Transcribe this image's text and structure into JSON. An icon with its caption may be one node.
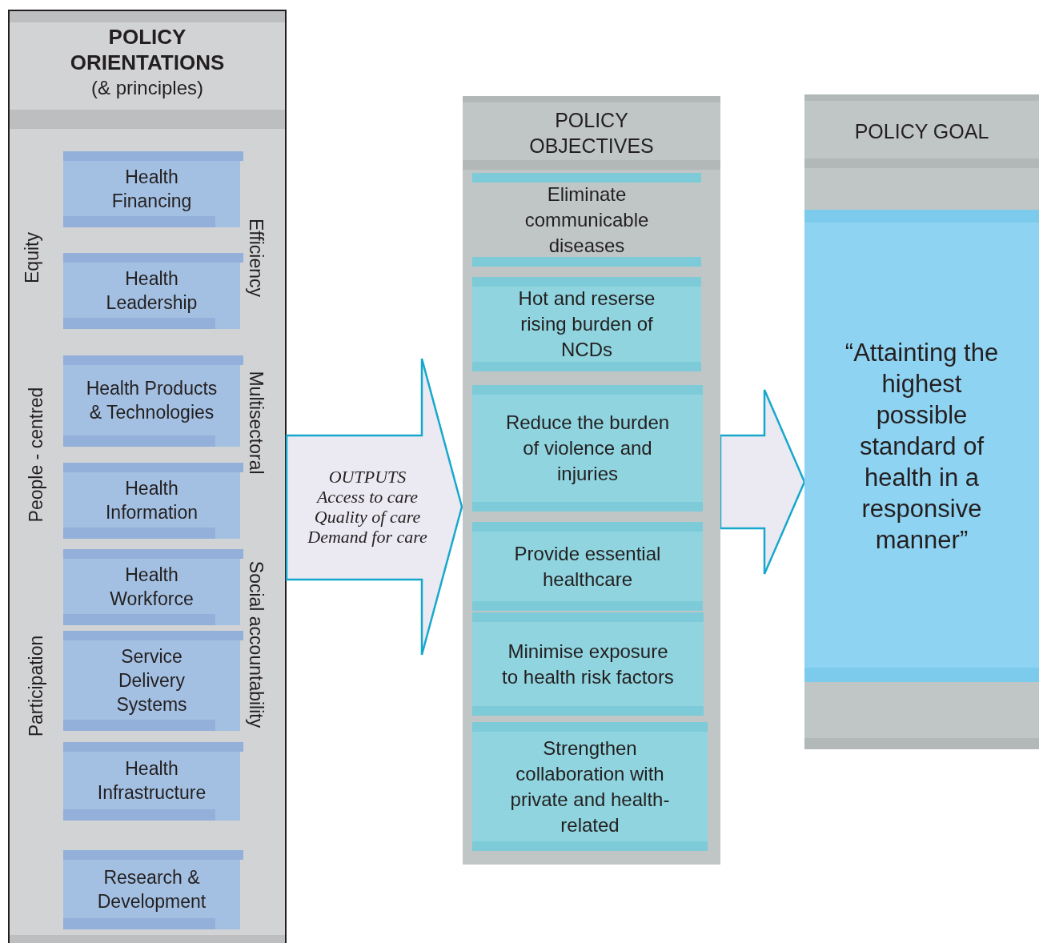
{
  "diagram": {
    "nodes": [
      {
        "text": [
          "POLICY ORIENTATIONS",
          "(& principles)"
        ]
      },
      {
        "text": [
          "Health Financing"
        ],
        "in": 0
      },
      {
        "text": [
          "Health Leadership"
        ],
        "in": 0
      },
      {
        "text": [
          "Health Products & Technologies"
        ],
        "in": 0
      },
      {
        "text": [
          "Health Information"
        ],
        "in": 0
      },
      {
        "text": [
          "Health Workforce"
        ],
        "in": 0
      },
      {
        "text": [
          "Service Delivery Systems"
        ],
        "in": 0
      },
      {
        "text": [
          "Health Infrastructure"
        ],
        "in": 0
      },
      {
        "text": [
          "Research & Development"
        ],
        "in": 0
      },
      {
        "text": [
          "OUTPUTS",
          "Access to care",
          "Quality of care",
          "Demand for care"
        ]
      },
      {
        "text": [
          "POLICY OBJECTIVES"
        ]
      },
      {
        "text": [
          "Eliminate communicable diseases"
        ],
        "in": 10
      },
      {
        "text": [
          "Hot and reserse rising burden of NCDs"
        ],
        "in": 10
      },
      {
        "text": [
          "Reduce the burden of violence and injuries"
        ],
        "in": 10
      },
      {
        "text": [
          "Provide essential healthcare"
        ],
        "in": 10
      },
      {
        "text": [
          "Minimise exposure to health risk factors"
        ],
        "in": 10
      },
      {
        "text": [
          "Strengthen collaboration with private and health-related"
        ],
        "in": 10
      },
      {
        "text": [
          "POLICY GOAL"
        ]
      },
      {
        "text": [
          "“Attainting the highest possible standard of health in a responsive manner”"
        ],
        "in": 17
      }
    ],
    "edges": [
      {
        "from": 10,
        "to": 17,
        "arrow": "to"
      }
    ],
    "labels": [
      "Equity",
      "Efficiency",
      "People - centred",
      "Multisectoral",
      "Participation",
      "Social accountability"
    ]
  }
}
